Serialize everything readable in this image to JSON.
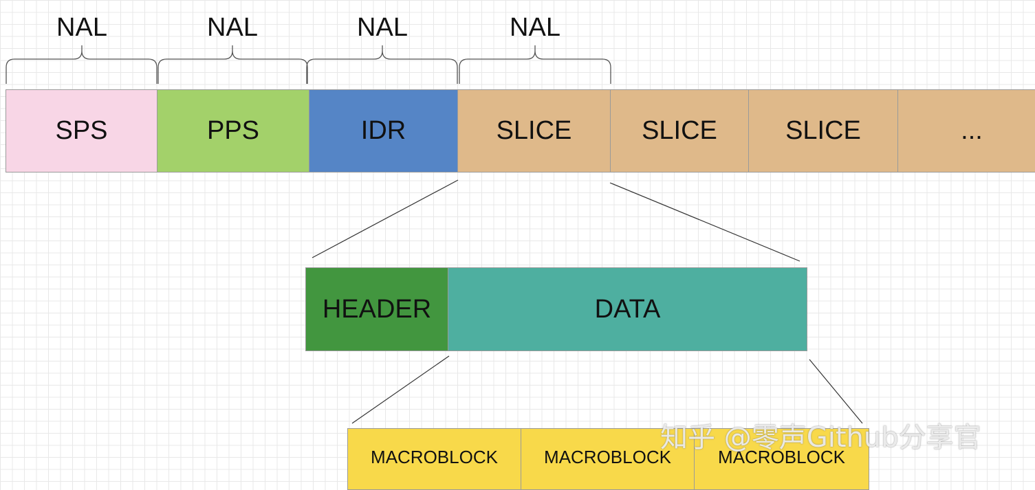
{
  "nal_labels": [
    "NAL",
    "NAL",
    "NAL",
    "NAL"
  ],
  "stream": [
    {
      "label": "SPS",
      "color": "#f8d6e6"
    },
    {
      "label": "PPS",
      "color": "#a3d16a"
    },
    {
      "label": "IDR",
      "color": "#5585c6"
    },
    {
      "label": "SLICE",
      "color": "#dfb98a"
    },
    {
      "label": "SLICE",
      "color": "#dfb98a"
    },
    {
      "label": "SLICE",
      "color": "#dfb98a"
    },
    {
      "label": "...",
      "color": "#dfb98a"
    }
  ],
  "slice_parts": [
    {
      "label": "HEADER",
      "color": "#42963f"
    },
    {
      "label": "DATA",
      "color": "#4eafa0"
    }
  ],
  "macroblocks": [
    {
      "label": "MACROBLOCK",
      "color": "#f8d94a"
    },
    {
      "label": "MACROBLOCK",
      "color": "#f8d94a"
    },
    {
      "label": "MACROBLOCK",
      "color": "#f8d94a"
    }
  ],
  "watermark": "知乎 @零声Github分享官"
}
